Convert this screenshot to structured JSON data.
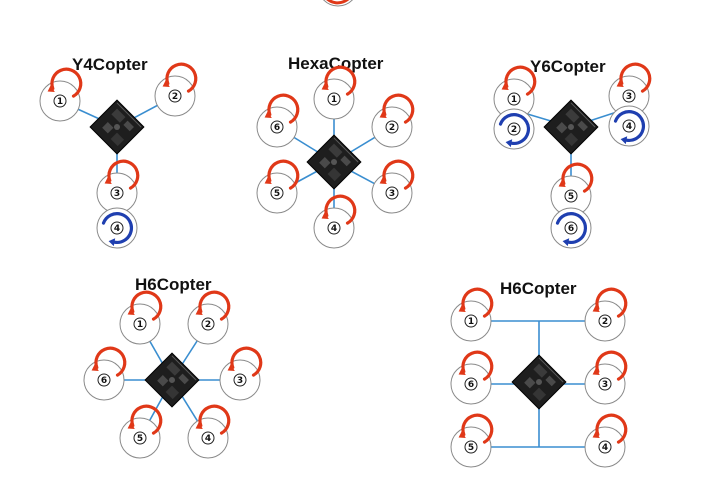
{
  "colors": {
    "arm": "#3a8ed0",
    "rotor_ring": "#8a8a8a",
    "cw_arrow": "#e03818",
    "ccw_arrow": "#1f3fb0",
    "board": "#1e1e1e",
    "title": "#111111"
  },
  "diagrams": [
    {
      "id": "y4copter",
      "title": "Y4Copter",
      "rotors": [
        {
          "label": "1",
          "spin": "cw"
        },
        {
          "label": "2",
          "spin": "cw"
        },
        {
          "label": "3",
          "spin": "cw"
        },
        {
          "label": "4",
          "spin": "ccw"
        }
      ]
    },
    {
      "id": "hexacopter",
      "title": "HexaCopter",
      "rotors": [
        {
          "label": "1",
          "spin": "cw"
        },
        {
          "label": "2",
          "spin": "cw"
        },
        {
          "label": "3",
          "spin": "cw"
        },
        {
          "label": "4",
          "spin": "cw"
        },
        {
          "label": "5",
          "spin": "cw"
        },
        {
          "label": "6",
          "spin": "cw"
        }
      ]
    },
    {
      "id": "y6copter",
      "title": "Y6Copter",
      "rotors": [
        {
          "label": "1",
          "spin": "cw"
        },
        {
          "label": "2",
          "spin": "ccw"
        },
        {
          "label": "3",
          "spin": "cw"
        },
        {
          "label": "4",
          "spin": "ccw"
        },
        {
          "label": "5",
          "spin": "cw"
        },
        {
          "label": "6",
          "spin": "ccw"
        }
      ]
    },
    {
      "id": "h6copter-x",
      "title": "H6Copter",
      "rotors": [
        {
          "label": "1",
          "spin": "cw"
        },
        {
          "label": "2",
          "spin": "cw"
        },
        {
          "label": "3",
          "spin": "cw"
        },
        {
          "label": "4",
          "spin": "cw"
        },
        {
          "label": "5",
          "spin": "cw"
        },
        {
          "label": "6",
          "spin": "cw"
        }
      ]
    },
    {
      "id": "h6copter-h",
      "title": "H6Copter",
      "rotors": [
        {
          "label": "1",
          "spin": "cw"
        },
        {
          "label": "2",
          "spin": "cw"
        },
        {
          "label": "3",
          "spin": "cw"
        },
        {
          "label": "4",
          "spin": "cw"
        },
        {
          "label": "5",
          "spin": "cw"
        },
        {
          "label": "6",
          "spin": "cw"
        }
      ]
    }
  ]
}
